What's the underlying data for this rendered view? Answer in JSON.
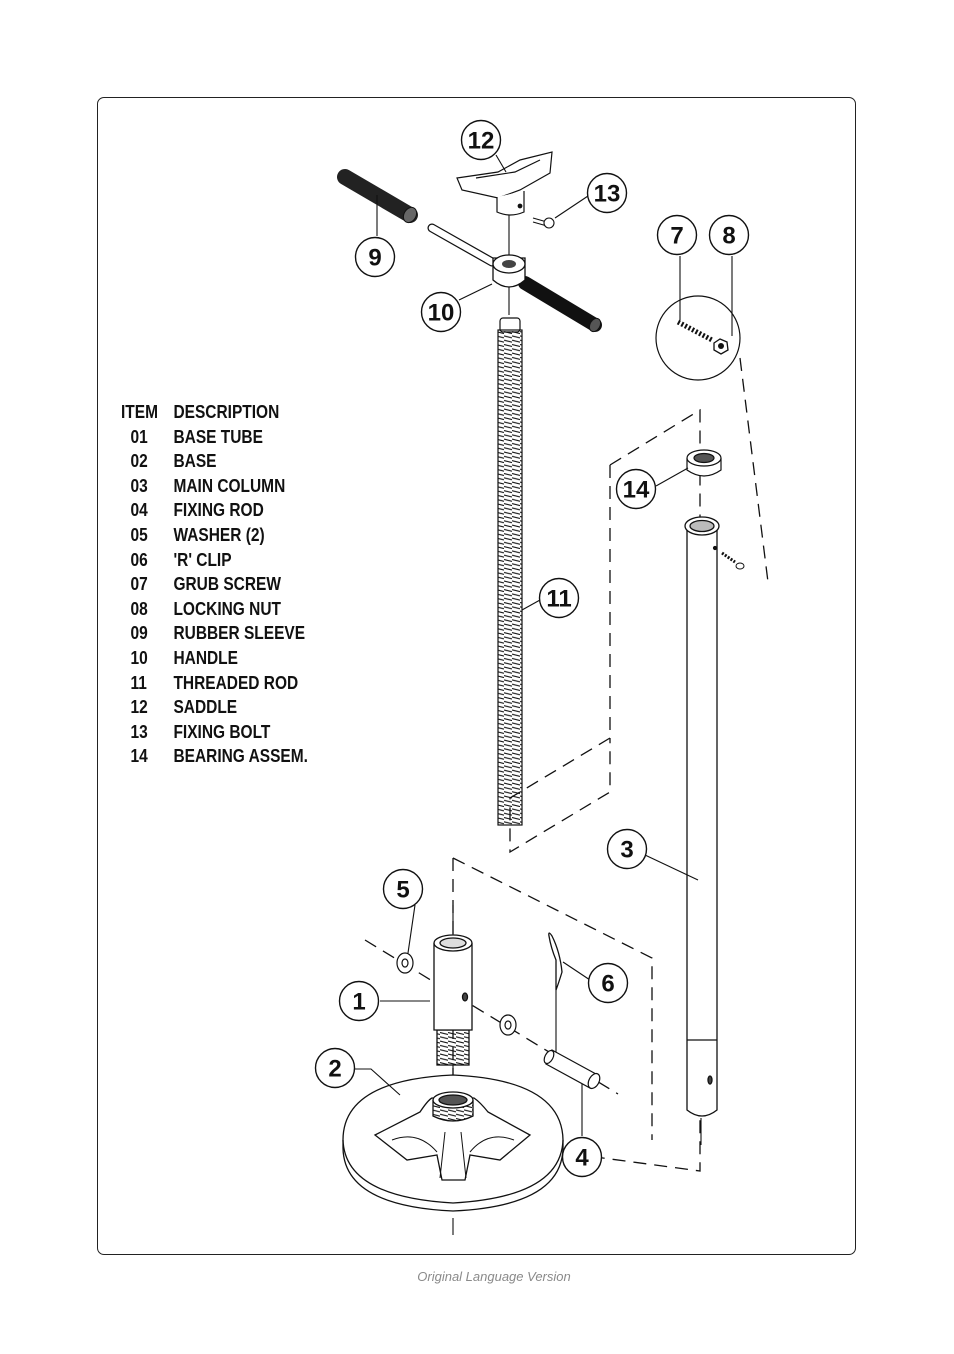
{
  "parts_list": {
    "header": {
      "item": "ITEM",
      "description": "DESCRIPTION"
    },
    "rows": [
      {
        "item": "01",
        "description": "BASE TUBE"
      },
      {
        "item": "02",
        "description": "BASE"
      },
      {
        "item": "03",
        "description": "MAIN COLUMN"
      },
      {
        "item": "04",
        "description": "FIXING ROD"
      },
      {
        "item": "05",
        "description": "WASHER (2)"
      },
      {
        "item": "06",
        "description": "'R' CLIP"
      },
      {
        "item": "07",
        "description": "GRUB SCREW"
      },
      {
        "item": "08",
        "description": "LOCKING NUT"
      },
      {
        "item": "09",
        "description": "RUBBER SLEEVE"
      },
      {
        "item": "10",
        "description": "HANDLE"
      },
      {
        "item": "11",
        "description": "THREADED ROD"
      },
      {
        "item": "12",
        "description": "SADDLE"
      },
      {
        "item": "13",
        "description": "FIXING BOLT"
      },
      {
        "item": "14",
        "description": "BEARING ASSEM."
      }
    ]
  },
  "callouts": {
    "c1": "1",
    "c2": "2",
    "c3": "3",
    "c4": "4",
    "c5": "5",
    "c6": "6",
    "c7": "7",
    "c8": "8",
    "c9": "9",
    "c10": "10",
    "c11": "11",
    "c12": "12",
    "c13": "13",
    "c14": "14"
  },
  "footer": "Original Language Version"
}
